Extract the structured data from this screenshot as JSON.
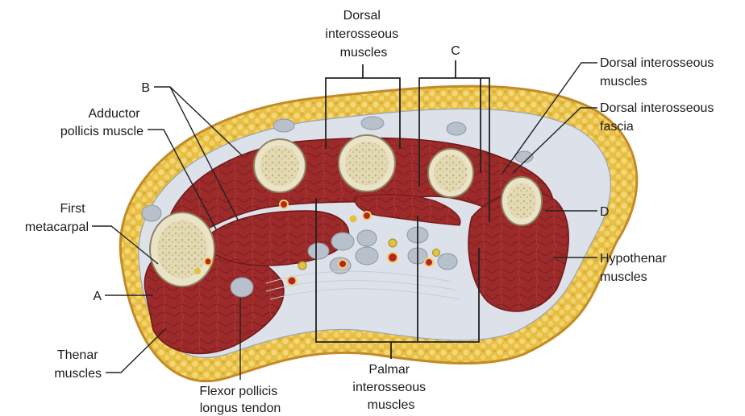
{
  "labels": {
    "dorsal_interosseous_top": [
      "Dorsal",
      "interosseous",
      "muscles"
    ],
    "c": "C",
    "b": "B",
    "adductor_pollicis": [
      "Adductor",
      "pollicis muscle"
    ],
    "first_metacarpal": [
      "First",
      "metacarpal"
    ],
    "a": "A",
    "thenar_muscles": [
      "Thenar",
      "muscles"
    ],
    "flexor_pollicis_longus": [
      "Flexor pollicis",
      "longus tendon"
    ],
    "palmar_interosseous": [
      "Palmar",
      "interosseous",
      "muscles"
    ],
    "dorsal_interosseous_right": [
      "Dorsal interosseous",
      "muscles"
    ],
    "dorsal_interosseous_fascia": [
      "Dorsal interosseous",
      "fascia"
    ],
    "d": "D",
    "hypothenar_muscles": [
      "Hypothenar",
      "muscles"
    ]
  },
  "colors": {
    "skin_fat": "#e9c24a",
    "fat_dots": "#f4dc84",
    "skin_edge": "#c9902a",
    "muscle": "#9e2b2b",
    "muscle_dark": "#7a1c1c",
    "bone_cortex": "#e9e2c6",
    "bone_marrow": "#d8cfa4",
    "fascia": "#dfe3ea",
    "tendon": "#b4bcc8",
    "vessel_red": "#b8222a",
    "nerve_yellow": "#e7c53c"
  }
}
